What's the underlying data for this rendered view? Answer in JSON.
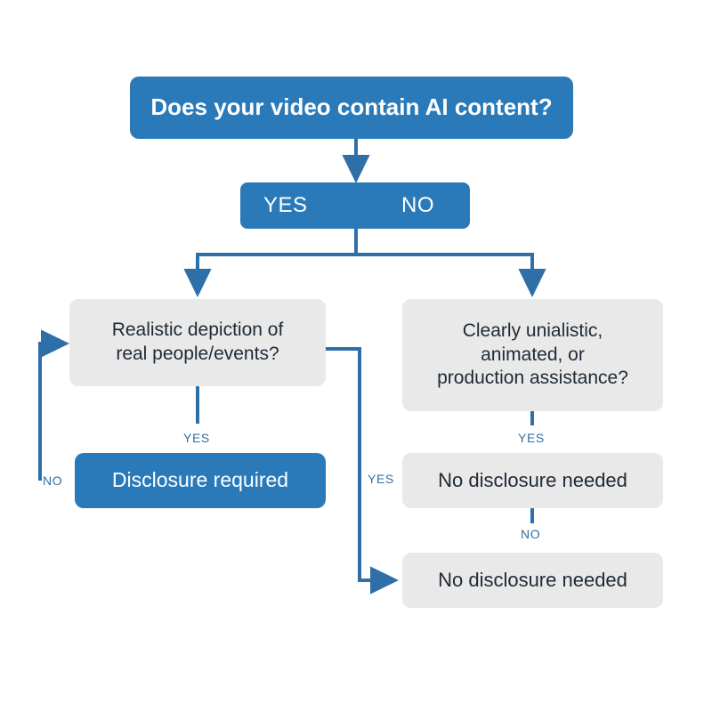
{
  "diagram": {
    "title_node": {
      "id": "root",
      "label": "Does your video contain AI content?",
      "shape": "rounded-rect",
      "fill": "#2a7ab9",
      "text_color": "#ffffff"
    },
    "branch_node": {
      "id": "branch",
      "yes_label": "YES",
      "no_label": "NO",
      "shape": "rounded-rect",
      "fill": "#2a7ab9",
      "text_color": "#ffffff"
    },
    "nodes": [
      {
        "id": "q-left",
        "label": "Realistic depiction of\nreal people/events?",
        "type": "decision",
        "fill": "#e9e9e9",
        "text_color": "#1f2a36"
      },
      {
        "id": "q-right",
        "label": "Clearly unialistic,\nanimated, or\nproduction assistance?",
        "type": "decision",
        "fill": "#e9e9e9",
        "text_color": "#1f2a36"
      },
      {
        "id": "res-disclosure",
        "label": "Disclosure required",
        "type": "result",
        "fill": "#2a7ab9",
        "text_color": "#ffffff"
      },
      {
        "id": "res-top",
        "label": "No disclosure needed",
        "type": "result",
        "fill": "#e9e9e9",
        "text_color": "#1f2a36"
      },
      {
        "id": "res-bottom",
        "label": "No disclosure needed",
        "type": "result",
        "fill": "#e9e9e9",
        "text_color": "#1f2a36"
      }
    ],
    "edge_labels": {
      "left_yes": "YES",
      "left_no": "NO",
      "mid_yes": "YES",
      "right_yes": "YES",
      "right_no": "NO"
    },
    "colors": {
      "accent_blue": "#2a7ab9",
      "connector_blue": "#2f6fa8",
      "node_gray": "#e9e9e9",
      "background": "#ffffff",
      "dark_text": "#1f2a36"
    }
  }
}
